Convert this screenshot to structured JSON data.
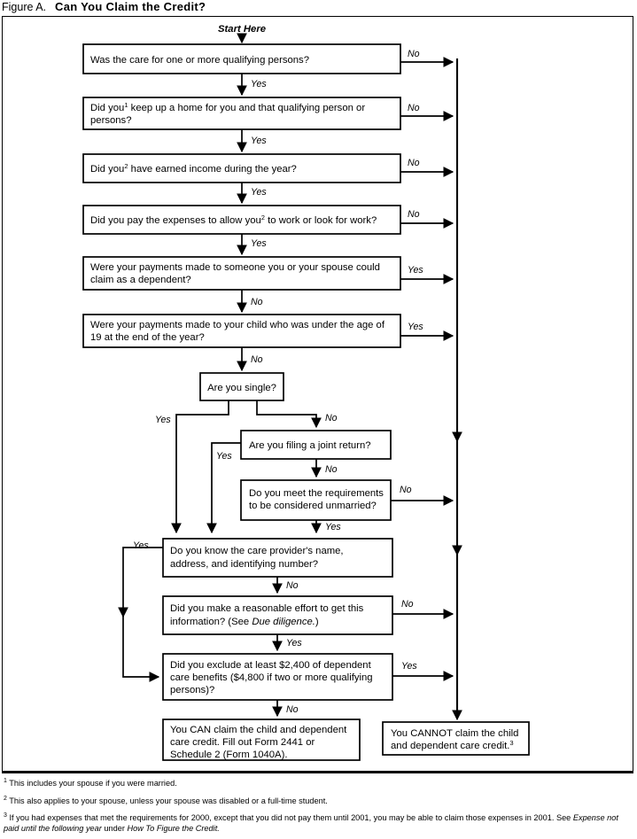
{
  "title": {
    "label": "Figure A.",
    "main": "Can You Claim the Credit?"
  },
  "start_label": "Start Here",
  "edge_labels": {
    "yes": "Yes",
    "no": "No"
  },
  "nodes": [
    {
      "id": "q1",
      "text": "Was the care for one or more qualifying persons?",
      "lines": [
        "Was the care for one or more qualifying persons?"
      ],
      "exit_right": "No",
      "exit_down": "Yes"
    },
    {
      "id": "q2",
      "text": "Did you¹ keep up a home for you and that qualifying person or persons?",
      "lines": [
        "Did you¹ keep up a home for you and that qualifying person or",
        "persons?"
      ],
      "exit_right": "No",
      "exit_down": "Yes"
    },
    {
      "id": "q3",
      "text": "Did you² have earned income during the year?",
      "lines": [
        "Did you² have earned income during the year?"
      ],
      "exit_right": "No",
      "exit_down": "Yes"
    },
    {
      "id": "q4",
      "text": "Did you pay the expenses to allow you² to work or look for work?",
      "lines": [
        "Did you pay the expenses to allow you² to work or look for work?"
      ],
      "exit_right": "No",
      "exit_down": "Yes"
    },
    {
      "id": "q5",
      "text": "Were your payments made to someone you or your spouse could claim as a dependent?",
      "lines": [
        "Were your payments made to someone you or your spouse could",
        "claim as a dependent?"
      ],
      "exit_right": "Yes",
      "exit_down": "No"
    },
    {
      "id": "q6",
      "text": "Were your payments made to your child who was under the age of 19 at the end of the year?",
      "lines": [
        "Were your payments made to your child who was under the age of",
        "19 at the end of the year?"
      ],
      "exit_right": "Yes",
      "exit_down": "No"
    },
    {
      "id": "q7",
      "text": "Are you single?",
      "lines": [
        "Are you single?"
      ],
      "exit_left": "Yes",
      "exit_right": "No"
    },
    {
      "id": "q8",
      "text": "Are you filing a joint return?",
      "lines": [
        "Are you filing a joint return?"
      ],
      "exit_left": "Yes",
      "exit_down": "No"
    },
    {
      "id": "q9",
      "text": "Do you meet the requirements to be considered unmarried?",
      "lines": [
        "Do you meet the requirements",
        "to be considered unmarried?"
      ],
      "exit_right": "No",
      "exit_down": "Yes"
    },
    {
      "id": "q10",
      "text": "Do you know the care provider's name, address, and identifying number?",
      "lines": [
        "Do you know the care provider's name,",
        "address, and identifying number?"
      ],
      "exit_left": "Yes",
      "exit_down": "No"
    },
    {
      "id": "q11",
      "text": "Did you make a reasonable effort to get this information? (See Due diligence.)",
      "lines": [
        "Did you make a reasonable effort to get this",
        "information? (See Due diligence.)"
      ],
      "exit_right": "No",
      "exit_down": "Yes"
    },
    {
      "id": "q12",
      "text": "Did you exclude at least $2,400 of dependent care benefits ($4,800 if two or more qualifying persons)?",
      "lines": [
        "Did you exclude at least $2,400 of dependent",
        "care benefits ($4,800 if two or more qualifying",
        "persons)?"
      ],
      "exit_right": "Yes",
      "exit_down": "No"
    },
    {
      "id": "can",
      "text": "You CAN claim the child and dependent care credit. Fill out Form 2441 or Schedule 2 (Form 1040A).",
      "lines": [
        "You CAN claim the child and dependent",
        "care credit. Fill out Form 2441 or",
        "Schedule 2 (Form 1040A)."
      ]
    },
    {
      "id": "cannot",
      "text": "You CANNOT claim the child and dependent care credit.³",
      "lines": [
        "You CANNOT claim the child",
        "and dependent care credit.³"
      ]
    }
  ],
  "footnotes": [
    {
      "marker": "1",
      "text": "This includes your spouse if you were married."
    },
    {
      "marker": "2",
      "text": "This also applies to your spouse, unless your spouse was disabled or a full-time student."
    },
    {
      "marker": "3",
      "text": "If you had expenses that met the requirements for 2000, except that you did not pay them until 2001, you may be able to claim those expenses in 2001. See Expense not paid until the following year under How To Figure the Credit."
    }
  ],
  "colors": {
    "ink": "#000000",
    "paper": "#ffffff"
  }
}
